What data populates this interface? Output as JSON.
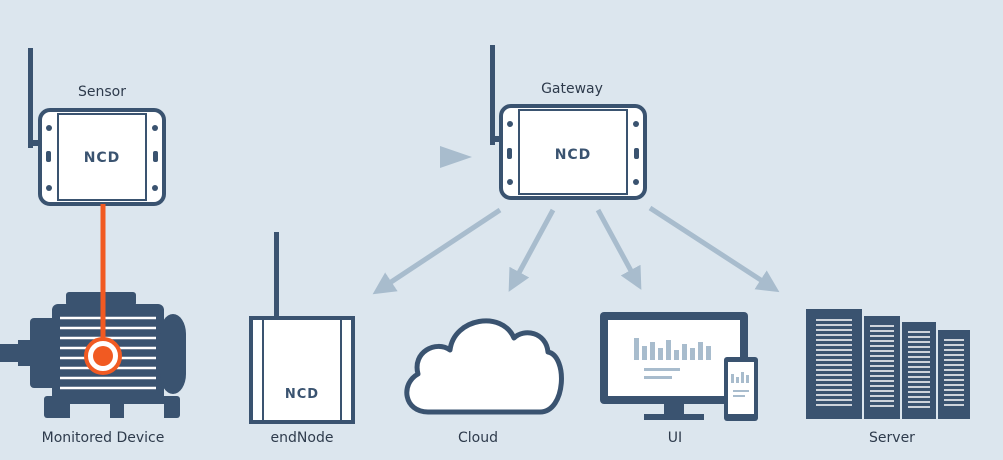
{
  "colors": {
    "background": "#dce6ee",
    "navy": "#3a5370",
    "arrow": "#a8bccd",
    "orange": "#f15a22",
    "white": "#ffffff"
  },
  "labels": {
    "sensor": "Sensor",
    "gateway": "Gateway",
    "monitored_device": "Monitored Device",
    "endnode": "endNode",
    "cloud": "Cloud",
    "ui": "UI",
    "server": "Server"
  },
  "logo_text": "NCD",
  "icons": {
    "sensor": "wireless-sensor-icon",
    "gateway": "gateway-icon",
    "monitored_device": "electric-motor-icon",
    "endnode": "end-node-icon",
    "cloud": "cloud-icon",
    "ui": "monitor-phone-icon",
    "server": "server-rack-icon"
  }
}
